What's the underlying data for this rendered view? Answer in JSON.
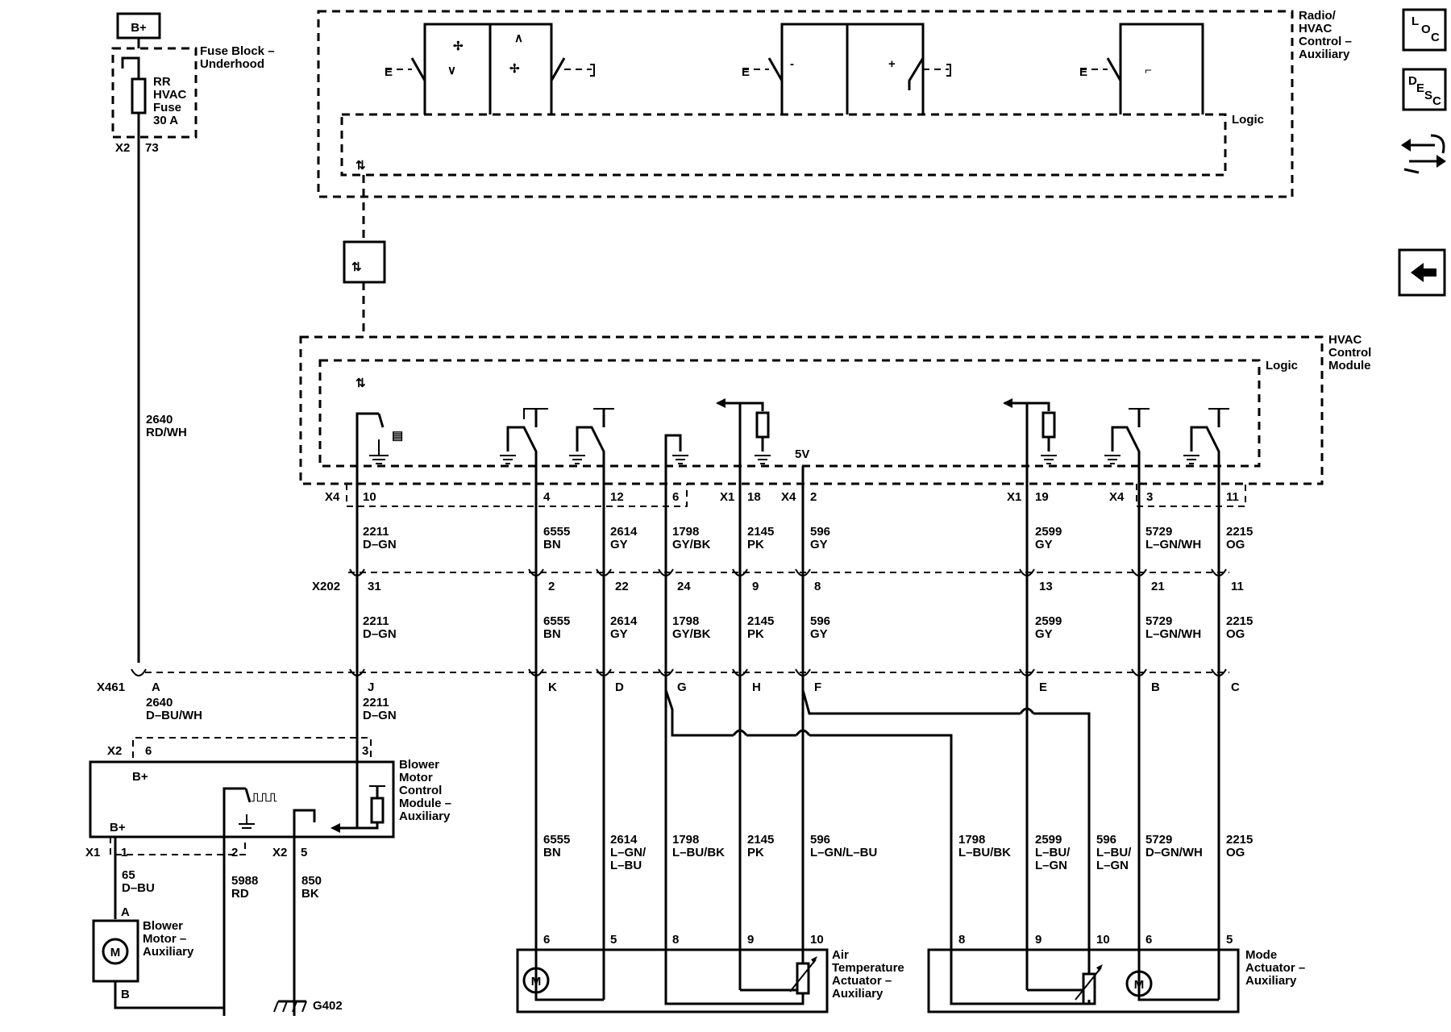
{
  "power": {
    "source": "B+"
  },
  "fuse_block": {
    "name": "Fuse Block – Underhood",
    "fuse_label": [
      "RR",
      "HVAC",
      "Fuse",
      "30 A"
    ],
    "connector": "X2",
    "pin": "73"
  },
  "radio_module": {
    "name": [
      "Radio/",
      "HVAC",
      "Control –",
      "Auxiliary"
    ],
    "logic": "Logic"
  },
  "hvac_module": {
    "name": [
      "HVAC",
      "Control",
      "Module"
    ],
    "logic": "Logic",
    "ref_voltage": "5V",
    "connectors": [
      "X4",
      "X1",
      "X4",
      "X1",
      "X4"
    ],
    "pins": [
      "10",
      "4",
      "12",
      "6",
      "18",
      "2",
      "19",
      "3",
      "11"
    ]
  },
  "upper_wires": [
    {
      "circuit": "2211",
      "color": "D–GN"
    },
    {
      "circuit": "6555",
      "color": "BN"
    },
    {
      "circuit": "2614",
      "color": "GY"
    },
    {
      "circuit": "1798",
      "color": "GY/BK"
    },
    {
      "circuit": "2145",
      "color": "PK"
    },
    {
      "circuit": "596",
      "color": "GY"
    },
    {
      "circuit": "2599",
      "color": "GY"
    },
    {
      "circuit": "5729",
      "color": "L–GN/WH"
    },
    {
      "circuit": "2215",
      "color": "OG"
    }
  ],
  "x202": {
    "name": "X202",
    "pins": [
      "31",
      "2",
      "22",
      "24",
      "9",
      "8",
      "13",
      "21",
      "11"
    ]
  },
  "x461": {
    "name": "X461",
    "pins": [
      "A",
      "J",
      "K",
      "D",
      "G",
      "H",
      "F",
      "E",
      "B",
      "C"
    ]
  },
  "feed_wire": {
    "circuit": "2640",
    "color": "RD/WH"
  },
  "x461_wire_a": {
    "circuit": "2640",
    "color": "D–BU/WH"
  },
  "x461_wire_j": {
    "circuit": "2211",
    "color": "D–GN"
  },
  "blower_module": {
    "name": [
      "Blower",
      "Motor",
      "Control",
      "Module –",
      "Auxiliary"
    ],
    "bplus": "B+",
    "x2": "X2",
    "x2_pins": [
      "6",
      "3",
      "5"
    ],
    "x1": "X1",
    "x1_pins": [
      "1",
      "2"
    ]
  },
  "lower_left_wires": [
    {
      "circuit": "65",
      "color": "D–BU"
    },
    {
      "circuit": "5988",
      "color": "RD"
    },
    {
      "circuit": "850",
      "color": "BK"
    }
  ],
  "blower_motor": {
    "name": [
      "Blower",
      "Motor –",
      "Auxiliary"
    ],
    "pin_a": "A",
    "pin_b": "B",
    "symbol": "M"
  },
  "ground": {
    "name": "G402"
  },
  "lower_wires": [
    {
      "circuit": "6555",
      "color": [
        "BN"
      ]
    },
    {
      "circuit": "2614",
      "color": [
        "L–GN/",
        "L–BU"
      ]
    },
    {
      "circuit": "1798",
      "color": [
        "L–BU/BK"
      ]
    },
    {
      "circuit": "2145",
      "color": [
        "PK"
      ]
    },
    {
      "circuit": "596",
      "color": [
        "L–GN/L–BU"
      ]
    },
    {
      "circuit": "1798",
      "color": [
        "L–BU/BK"
      ]
    },
    {
      "circuit": "2599",
      "color": [
        "L–BU/",
        "L–GN"
      ]
    },
    {
      "circuit": "596",
      "color": [
        "L–BU/",
        "L–GN"
      ]
    },
    {
      "circuit": "5729",
      "color": [
        "D–GN/WH"
      ]
    },
    {
      "circuit": "2215",
      "color": [
        "OG"
      ]
    }
  ],
  "air_temp_actuator": {
    "name": [
      "Air",
      "Temperature",
      "Actuator –",
      "Auxiliary"
    ],
    "pins": [
      "6",
      "5",
      "8",
      "9",
      "10"
    ]
  },
  "mode_actuator": {
    "name": [
      "Mode",
      "Actuator –",
      "Auxiliary"
    ],
    "pins": [
      "8",
      "9",
      "10",
      "6",
      "5"
    ]
  },
  "nav": {
    "loc": [
      "L",
      "O",
      "C"
    ],
    "desc": [
      "D",
      "E",
      "S",
      "C"
    ]
  }
}
